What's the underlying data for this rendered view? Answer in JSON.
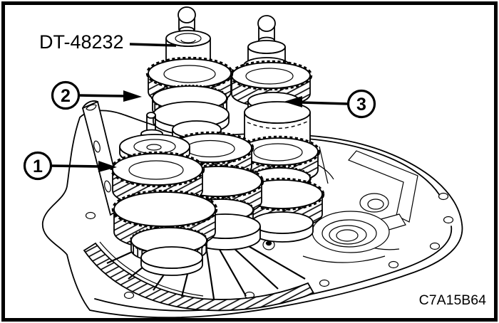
{
  "figure": {
    "tool_label": "DT-48232",
    "figure_code": "C7A15B64",
    "callouts": [
      "1",
      "2",
      "3"
    ],
    "colors": {
      "line": "#000000",
      "background": "#ffffff"
    }
  }
}
